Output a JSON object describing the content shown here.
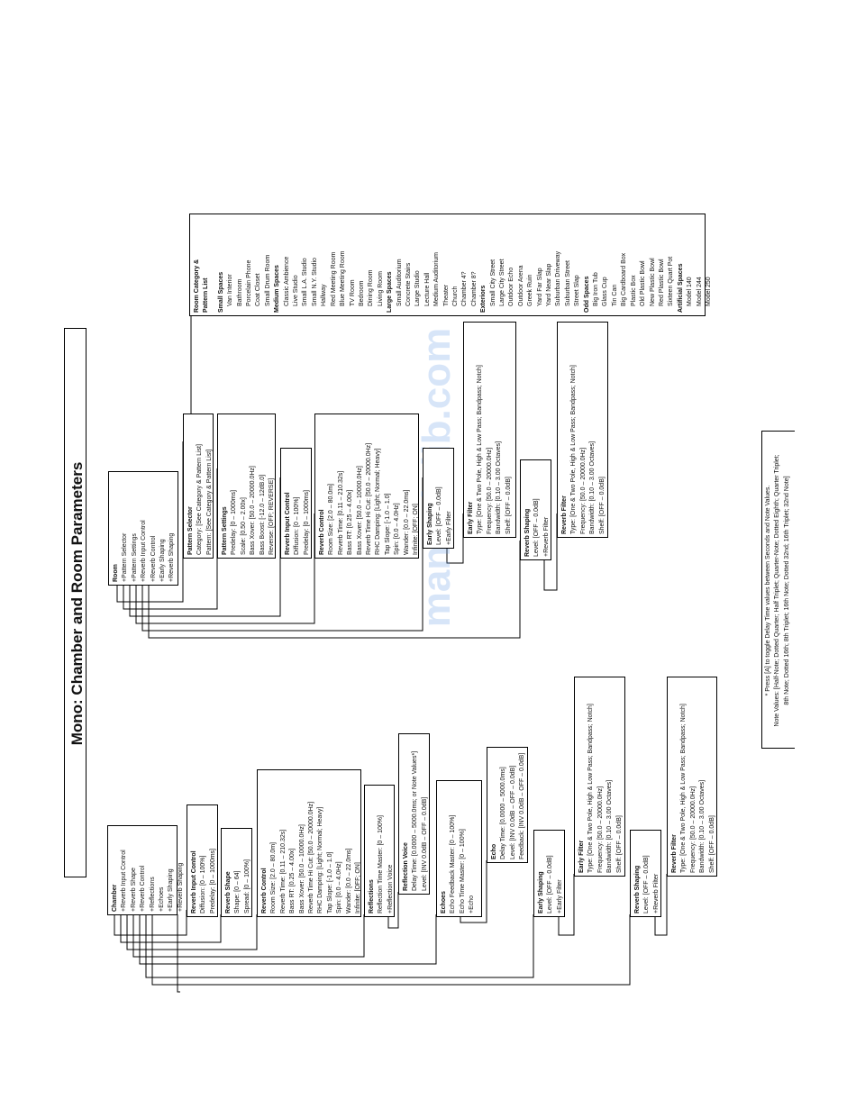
{
  "page_title": "Mono: Chamber and Room Parameters",
  "watermark": "manualslib.com",
  "notes": {
    "line1": "* Press [A] to toggle Delay Time values between Seconds and Note Values.",
    "line2": "Note Values: [Half-Note; Dotted Quarter; Half Triplet; Quarter-Note; Dotted Eighth; Quarter Triplet;",
    "line3": "8th Note; Dotted 16th; 8th Triplet; 16th Note; Dotted 32nd; 16th Triplet; 32nd Note]"
  },
  "chamber": {
    "chamber": {
      "title": "Chamber",
      "lines": [
        "+Reverb Input Control",
        "+Reverb Shape",
        "+Reverb Control",
        "+Reflections",
        "+Echoes",
        "+Early Shaping",
        "+Reverb Shaping"
      ]
    },
    "reverb_input_control": {
      "title": "Reverb Input Control",
      "lines": [
        "Diffusion: [0 – 100%]",
        "Predelay: [0 – 1000ms]"
      ]
    },
    "reverb_shape": {
      "title": "Reverb Shape",
      "lines": [
        "Shape: [0 – 64]",
        "Spread: [0 – 100%]"
      ]
    },
    "reverb_control": {
      "title": "Reverb Control",
      "lines": [
        "Room Size: [2.0 – 80.0m]",
        "Reverb Time: [0.11 – 210.32s]",
        "Bass RT: [0.25 – 4.00x]",
        "Bass Xover: [50.0 – 10000.0Hz]",
        "Reverb Time Hi Cut: [50.0 – 20000.0Hz]",
        "RHC Damping: [Light; Normal; Heavy]",
        "Tap Slope: [-1.0 – 1.0]",
        "Spin: [0.0 – 4.0Hz]",
        "Wander: [0.0 – 22.0ms]",
        "Infinite: [OFF; ON]"
      ]
    },
    "reflections": {
      "title": "Reflections",
      "lines": [
        "Reflection Time Master: [0 – 100%]",
        "+Reflection Voice"
      ]
    },
    "reflection_voice": {
      "title": "Reflection Voice",
      "lines": [
        "Delay Time: [0.0000 – 5000.0ms; or Note Values*]",
        "Level: [INV 0.0dB – OFF – 0.0dB]"
      ]
    },
    "echoes": {
      "title": "Echoes",
      "lines": [
        "Echo Feedback Master: [0 – 100%]",
        "Echo Time Master: [0 – 100%]",
        "+Echo"
      ]
    },
    "echo": {
      "title": "Echo",
      "lines": [
        "Delay Time: [0.0000 – 5000.0ms]",
        "Level: [INV 0.0dB – OFF – 0.0dB]",
        "Feedback: [INV 0.0dB – OFF – 0.0dB]"
      ]
    },
    "early_shaping": {
      "title": "Early Shaping",
      "lines": [
        "Level: [OFF – 0.0dB]",
        "+Early Filter"
      ]
    },
    "early_filter": {
      "title": "Early Filter",
      "lines": [
        "Type: [One & Two Pole, High & Low Pass; Bandpass; Notch]",
        "Frequency: [50.0 – 20000.0Hz]",
        "Bandwidth: [0.10 – 3.00 Octaves]",
        "Shelf: [OFF – 0.0dB]"
      ]
    },
    "reverb_shaping": {
      "title": "Reverb Shaping",
      "lines": [
        "Level: [OFF – 0.0dB]",
        "+Reverb Filter"
      ]
    },
    "reverb_filter": {
      "title": "Reverb Filter",
      "lines": [
        "Type: [One & Two Pole, High & Low Pass; Bandpass; Notch]",
        "Frequency: [50.0 – 20000.0Hz]",
        "Bandwidth: [0.10 – 3.00 Octaves]",
        "Shelf: [OFF – 0.0dB]"
      ]
    }
  },
  "room": {
    "room": {
      "title": "Room",
      "lines": [
        "+Pattern Selector",
        "+Pattern Settings",
        "+Reverb Input Control",
        "+Reverb Control",
        "+Early Shaping",
        "+Reverb Shaping"
      ]
    },
    "pattern_selector": {
      "title": "Pattern Selector",
      "lines": [
        "Category: [See Category & Pattern List]",
        "Pattern: [See Category & Pattern List]"
      ]
    },
    "pattern_settings": {
      "title": "Pattern Settings",
      "lines": [
        "Predelay: [0 – 1000ms]",
        "Scale: [0.50 – 2.00x]",
        "Bass Xover: [50.0 – 20000.0Hz]",
        "Bass Boost: [-12.0 – 12dB.0]",
        "Reverse: [OFF; REVERSE]"
      ]
    },
    "reverb_input_control": {
      "title": "Reverb Input Control",
      "lines": [
        "Diffusion: [0 – 100%]",
        "Predelay: [0 – 1000ms]"
      ]
    },
    "reverb_control": {
      "title": "Reverb Control",
      "lines": [
        "Room Size: [2.0 – 80.0m]",
        "Reverb Time: [0.11 – 210.32s]",
        "Bass RT: [0.25 – 4.00x]",
        "Bass Xover: [50.0 – 10000.0Hz]",
        "Reverb Time Hi Cut: [50.0 – 20000.0Hz]",
        "RHC Damping: [Light; Normal; Heavy]",
        "Tap Slope: [-1.0 – 1.0]",
        "Spin: [0.0 – 4.0Hz]",
        "Wander: [0.0 – 22.0ms]",
        "Infinite: [OFF; ON]"
      ]
    },
    "early_shaping": {
      "title": "Early Shaping",
      "lines": [
        "Level: [OFF – 0.0dB]",
        "+Early Filter"
      ]
    },
    "early_filter": {
      "title": "Early Filter",
      "lines": [
        "Type: [One & Two Pole, High & Low Pass; Bandpass; Notch]",
        "Frequency: [50.0 – 20000.0Hz]",
        "Bandwidth: [0.10 – 3.00 Octaves]",
        "Shelf: [OFF – 0.0dB]"
      ]
    },
    "reverb_shaping": {
      "title": "Reverb Shaping",
      "lines": [
        "Level: [OFF – 0.0dB]",
        "+Reverb Filter"
      ]
    },
    "reverb_filter": {
      "title": "Reverb Filter",
      "lines": [
        "Type: [One & Two Pole, High & Low Pass; Bandpass; Notch]",
        "Frequency: [50.0 – 20000.0Hz]",
        "Bandwidth: [0.10 – 3.00 Octaves]",
        "Shelf: [OFF – 0.0dB]"
      ]
    }
  },
  "category_list": {
    "title": "Room Category & Pattern List",
    "title_line1": "Room Category &",
    "title_line2": "Pattern List",
    "groups": [
      {
        "name": "Small Spaces",
        "items": [
          "Van Interior",
          "Bathroom",
          "Porcelain Phone",
          "Coat Closet",
          "Small Drum Room"
        ]
      },
      {
        "name": "Medium Spaces",
        "items": [
          "Classic Ambience",
          "Live Studio",
          "Small L.A. Studio",
          "Small N.Y. Studio",
          "Hallway",
          "Red Meeting Room",
          "Blue Meeting Room",
          "TV Room",
          "Bedroom",
          "Dining Room",
          "Living Room"
        ]
      },
      {
        "name": "Large Spaces",
        "items": [
          "Small Auditorium",
          "Concrete Stairs",
          "Large Studio",
          "Lecture Hall",
          "Medium Auditorium",
          "Theater",
          "Church",
          "Chamber 4?",
          "Chamber 8?"
        ]
      },
      {
        "name": "Exteriors",
        "items": [
          "Small City Street",
          "Large City Street",
          "Outdoor Echo",
          "Outdoor Arena",
          "Greek Ruin",
          "Yard Far Slap",
          "Yard Near Slap",
          "Suburban Driveway",
          "Suburban Street",
          "Street Slap"
        ]
      },
      {
        "name": "Odd Spaces",
        "items": [
          "Big Iron Tub",
          "Glass Cup",
          "Tin Can",
          "Big Cardboard Box",
          "Plastic Box",
          "Old Plastic Bowl",
          "New Plastic Bowl",
          "Red Plastic Bowl",
          "Sixteen Quart Pot"
        ]
      },
      {
        "name": "Artificial Spaces",
        "items": [
          "Model 140",
          "Model 244",
          "Model 250"
        ]
      }
    ]
  }
}
